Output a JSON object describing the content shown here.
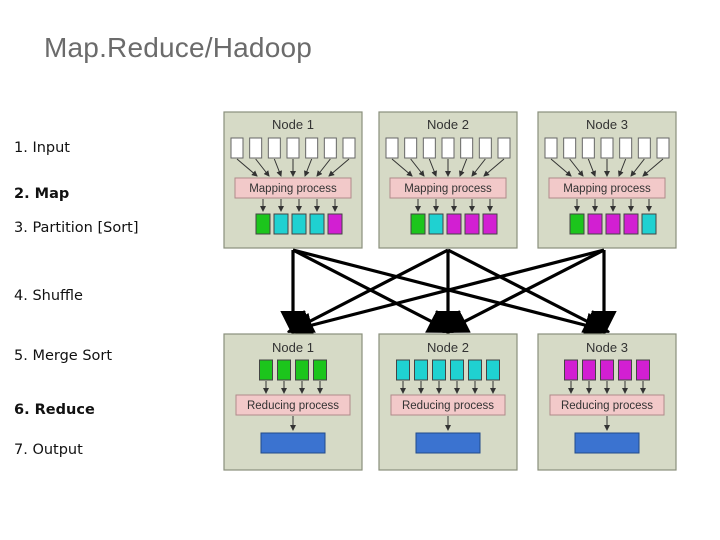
{
  "title": "Map.Reduce/Hadoop",
  "steps": [
    {
      "label": "1. Input"
    },
    {
      "label": "2. Map"
    },
    {
      "label": "3. Partition [Sort]"
    },
    {
      "label": "4. Shuffle"
    },
    {
      "label": "5. Merge Sort"
    },
    {
      "label": "6. Reduce"
    },
    {
      "label": "7. Output"
    }
  ],
  "map_nodes": [
    {
      "name": "Node 1",
      "process": "Mapping process",
      "input_count": 7,
      "partitions": [
        "green",
        "cyan",
        "cyan",
        "cyan",
        "magenta"
      ]
    },
    {
      "name": "Node 2",
      "process": "Mapping process",
      "input_count": 7,
      "partitions": [
        "green",
        "cyan",
        "magenta",
        "magenta",
        "magenta"
      ]
    },
    {
      "name": "Node 3",
      "process": "Mapping process",
      "input_count": 7,
      "partitions": [
        "green",
        "magenta",
        "magenta",
        "magenta",
        "cyan"
      ]
    }
  ],
  "reduce_nodes": [
    {
      "name": "Node 1",
      "process": "Reducing process",
      "merged": [
        "green",
        "green",
        "green",
        "green"
      ]
    },
    {
      "name": "Node 2",
      "process": "Reducing process",
      "merged": [
        "cyan",
        "cyan",
        "cyan",
        "cyan",
        "cyan",
        "cyan"
      ]
    },
    {
      "name": "Node 3",
      "process": "Reducing process",
      "merged": [
        "magenta",
        "magenta",
        "magenta",
        "magenta",
        "magenta"
      ]
    }
  ],
  "colors": {
    "panel_fill": "#d6dac6",
    "panel_border": "#8a8f7c",
    "process_fill": "#f2c9c9",
    "process_border": "#b08a8a",
    "green": "#1cc51c",
    "cyan": "#1fd1d1",
    "magenta": "#d21fd2",
    "output": "#3b73d0",
    "arrow": "#000000"
  }
}
